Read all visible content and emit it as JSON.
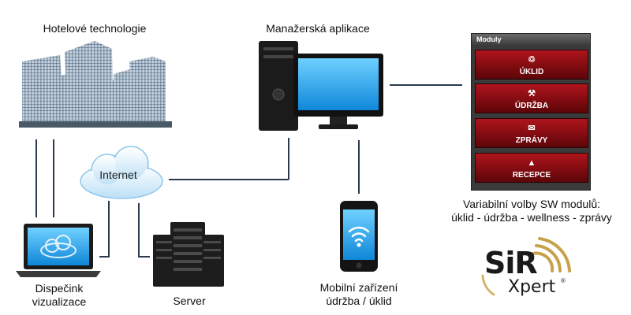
{
  "nodes": {
    "hotel": "Hotelové technologie",
    "manager": "Manažerská aplikace",
    "internet": "Internet",
    "dispatch_line1": "Dispečink",
    "dispatch_line2": "vizualizace",
    "server": "Server",
    "mobile_line1": "Mobilní zařízení",
    "mobile_line2": "údržba / úklid"
  },
  "panel": {
    "title": "Moduly",
    "modules": [
      {
        "label": "ÚKLID",
        "icon": "cleaning-icon"
      },
      {
        "label": "ÚDRŽBA",
        "icon": "wrench-icon"
      },
      {
        "label": "ZPRÁVY",
        "icon": "message-icon"
      },
      {
        "label": "RECEPCE",
        "icon": "bell-icon"
      }
    ]
  },
  "caption": {
    "line1": "Variabilní volby SW modulů:",
    "line2": "úklid - údržba - wellness - zprávy"
  },
  "logo": {
    "main": "SiR",
    "sub": "Xpert",
    "reg": "®"
  },
  "colors": {
    "module_red": "#8a0d13",
    "line": "#2b3a4f",
    "screen_blue": "#1aa3e8",
    "logo_gold": "#c8a24a"
  }
}
